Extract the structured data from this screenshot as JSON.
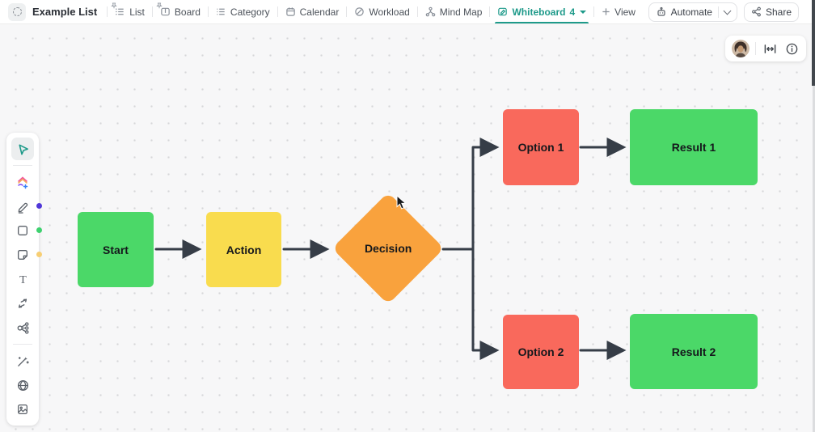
{
  "topbar": {
    "title": "Example List",
    "tabs": [
      {
        "label": "List",
        "pinned": true
      },
      {
        "label": "Board",
        "pinned": true
      },
      {
        "label": "Category",
        "pinned": false
      },
      {
        "label": "Calendar",
        "pinned": false
      },
      {
        "label": "Workload",
        "pinned": false
      },
      {
        "label": "Mind Map",
        "pinned": false
      },
      {
        "label": "Whiteboard",
        "count": "4",
        "active": true
      },
      {
        "label": "View",
        "add": true
      }
    ],
    "automate_label": "Automate",
    "share_label": "Share"
  },
  "toolbar": {
    "tools": [
      "select",
      "ai-shapes",
      "pen",
      "shape",
      "sticky-note",
      "text",
      "connector",
      "mind-map",
      "magic-wand",
      "embed",
      "image"
    ],
    "selected_tool": "select",
    "color_dots": {
      "pen": "#5037d8",
      "shape": "#3ed16f",
      "sticky": "#f7ce73"
    }
  },
  "canvas": {
    "nodes": [
      {
        "id": "start",
        "label": "Start",
        "shape": "rect",
        "color": "#4bd868"
      },
      {
        "id": "action",
        "label": "Action",
        "shape": "rect",
        "color": "#f9dc4e"
      },
      {
        "id": "decision",
        "label": "Decision",
        "shape": "diamond",
        "color": "#f9a23d"
      },
      {
        "id": "option1",
        "label": "Option 1",
        "shape": "rect",
        "color": "#f9695c"
      },
      {
        "id": "result1",
        "label": "Result 1",
        "shape": "rect",
        "color": "#4bd868"
      },
      {
        "id": "option2",
        "label": "Option 2",
        "shape": "rect",
        "color": "#f9695c"
      },
      {
        "id": "result2",
        "label": "Result 2",
        "shape": "rect",
        "color": "#4bd868"
      }
    ],
    "edges": [
      {
        "from": "start",
        "to": "action"
      },
      {
        "from": "action",
        "to": "decision"
      },
      {
        "from": "decision",
        "to": "option1"
      },
      {
        "from": "decision",
        "to": "option2"
      },
      {
        "from": "option1",
        "to": "result1"
      },
      {
        "from": "option2",
        "to": "result2"
      }
    ],
    "edge_color": "#363d47"
  },
  "colors": {
    "accent_teal": "#1e9a8a",
    "canvas_bg": "#f7f7f8"
  }
}
